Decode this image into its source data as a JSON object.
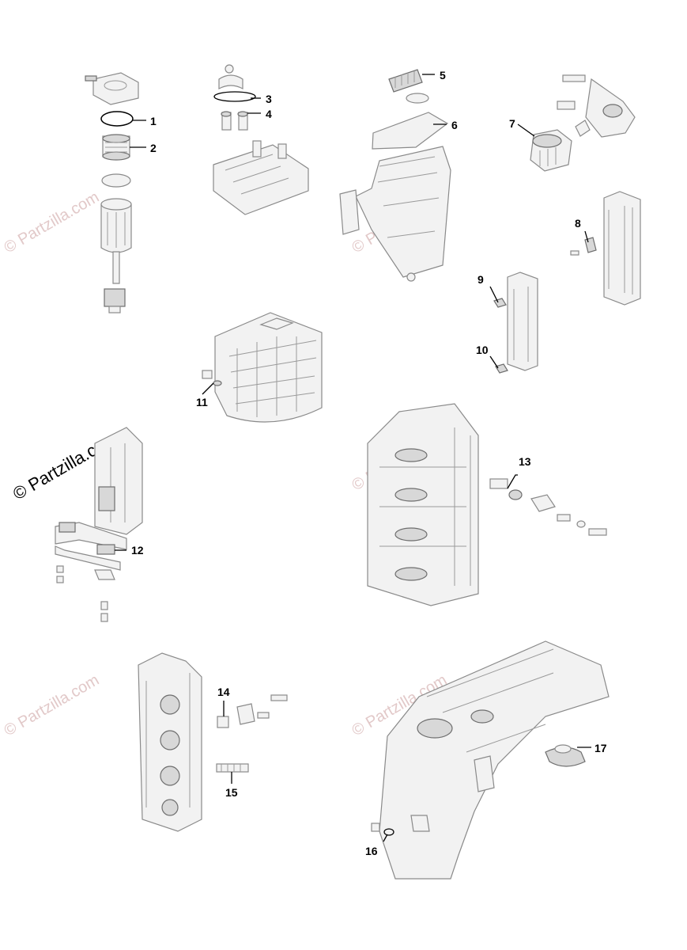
{
  "watermark": {
    "small_text": "© Partzilla.com",
    "large_text": "© Partzilla.com"
  },
  "callouts": [
    {
      "number": "1"
    },
    {
      "number": "2"
    },
    {
      "number": "3"
    },
    {
      "number": "4"
    },
    {
      "number": "5"
    },
    {
      "number": "6"
    },
    {
      "number": "7"
    },
    {
      "number": "8"
    },
    {
      "number": "9"
    },
    {
      "number": "10"
    },
    {
      "number": "11"
    },
    {
      "number": "12"
    },
    {
      "number": "13"
    },
    {
      "number": "14"
    },
    {
      "number": "15"
    },
    {
      "number": "16"
    },
    {
      "number": "17"
    }
  ]
}
